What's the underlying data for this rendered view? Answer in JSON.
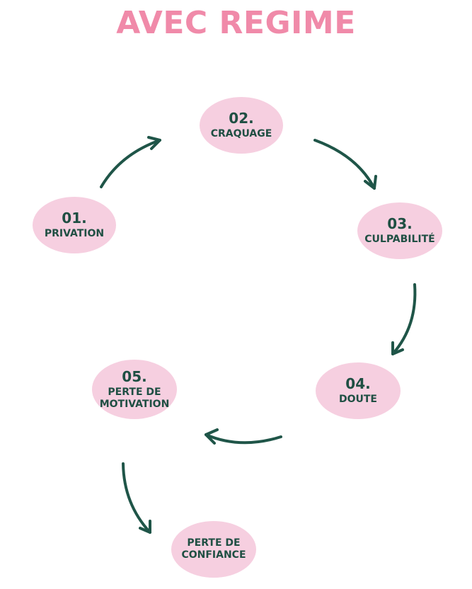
{
  "title": "AVEC REGIME",
  "colors": {
    "title": "#f08aa9",
    "bubble_fill": "#f6cfe0",
    "text": "#1f4f43",
    "arrow": "#1f5548"
  },
  "steps": [
    {
      "num": "01.",
      "label": "PRIVATION"
    },
    {
      "num": "02.",
      "label": "CRAQUAGE"
    },
    {
      "num": "03.",
      "label": "CULPABILITÉ"
    },
    {
      "num": "04.",
      "label": "DOUTE"
    },
    {
      "num": "05.",
      "label_line1": "PERTE DE",
      "label_line2": "MOTIVATION"
    },
    {
      "label_line1": "PERTE DE",
      "label_line2": "CONFIANCE"
    }
  ]
}
